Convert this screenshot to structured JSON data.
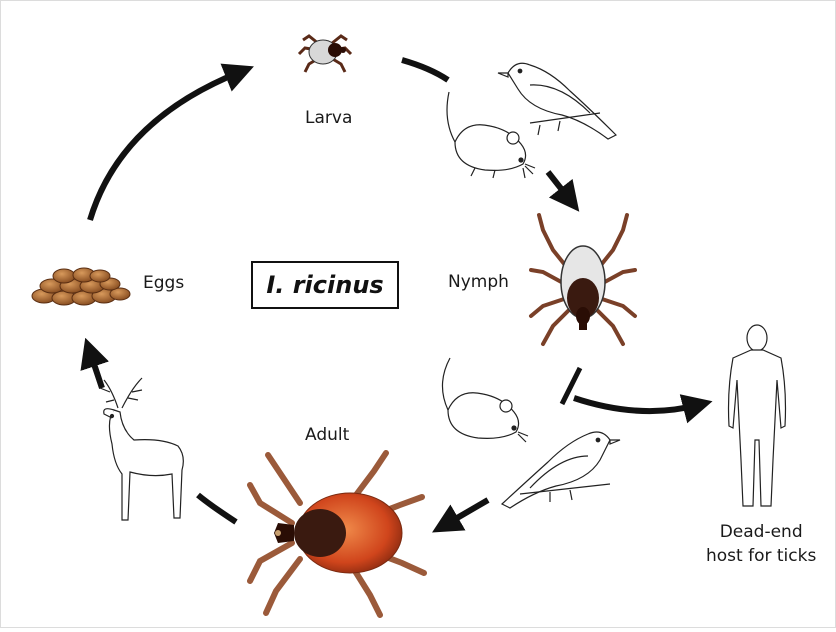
{
  "title": "I. ricinus",
  "stages": {
    "larva": "Larva",
    "nymph": "Nymph",
    "adult": "Adult",
    "eggs": "Eggs"
  },
  "dead_end": {
    "line1": "Dead-end",
    "line2": "host for ticks"
  },
  "colors": {
    "ink": "#111111",
    "tick_brown": "#9b5a3a",
    "tick_dark": "#3a1a10",
    "adult_red": "#d0451c",
    "egg_brown": "#a8642f"
  },
  "icons": [
    "larva-tick-icon",
    "nymph-tick-icon",
    "adult-tick-icon",
    "eggs-icon",
    "mouse-icon",
    "bird-icon",
    "deer-icon",
    "human-icon"
  ]
}
